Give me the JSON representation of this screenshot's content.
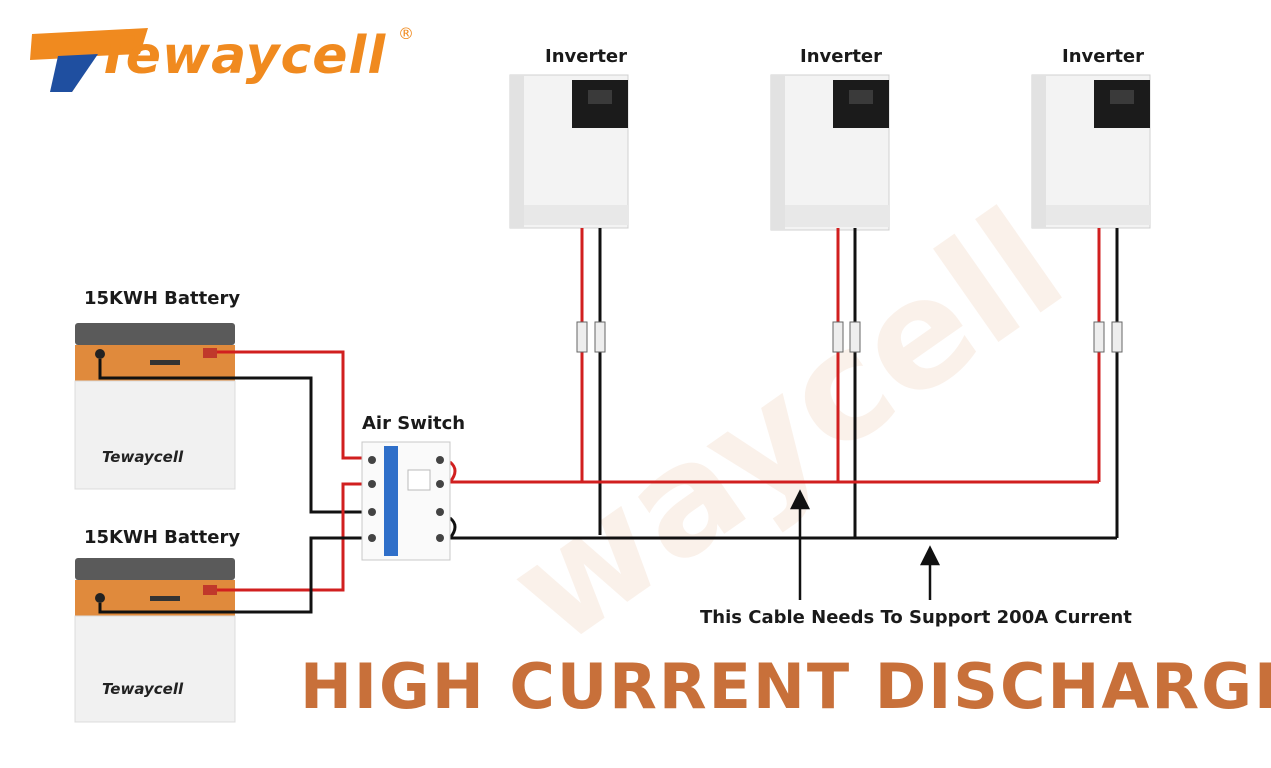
{
  "brand": {
    "name": "Tewaycell",
    "reg": "®"
  },
  "inverters": [
    {
      "label": "Inverter"
    },
    {
      "label": "Inverter"
    },
    {
      "label": "Inverter"
    }
  ],
  "batteries": [
    {
      "label": "15KWH Battery",
      "brand": "Tewaycell"
    },
    {
      "label": "15KWH Battery",
      "brand": "Tewaycell"
    }
  ],
  "air_switch": {
    "label": "Air Switch"
  },
  "cable_note": "This Cable Needs To Support 200A Current",
  "headline": "HIGH CURRENT DISCHARGE",
  "colors": {
    "positive_wire": "#d11f1f",
    "negative_wire": "#111111",
    "accent": "#c8703a",
    "battery_top": "#e08a3c"
  }
}
